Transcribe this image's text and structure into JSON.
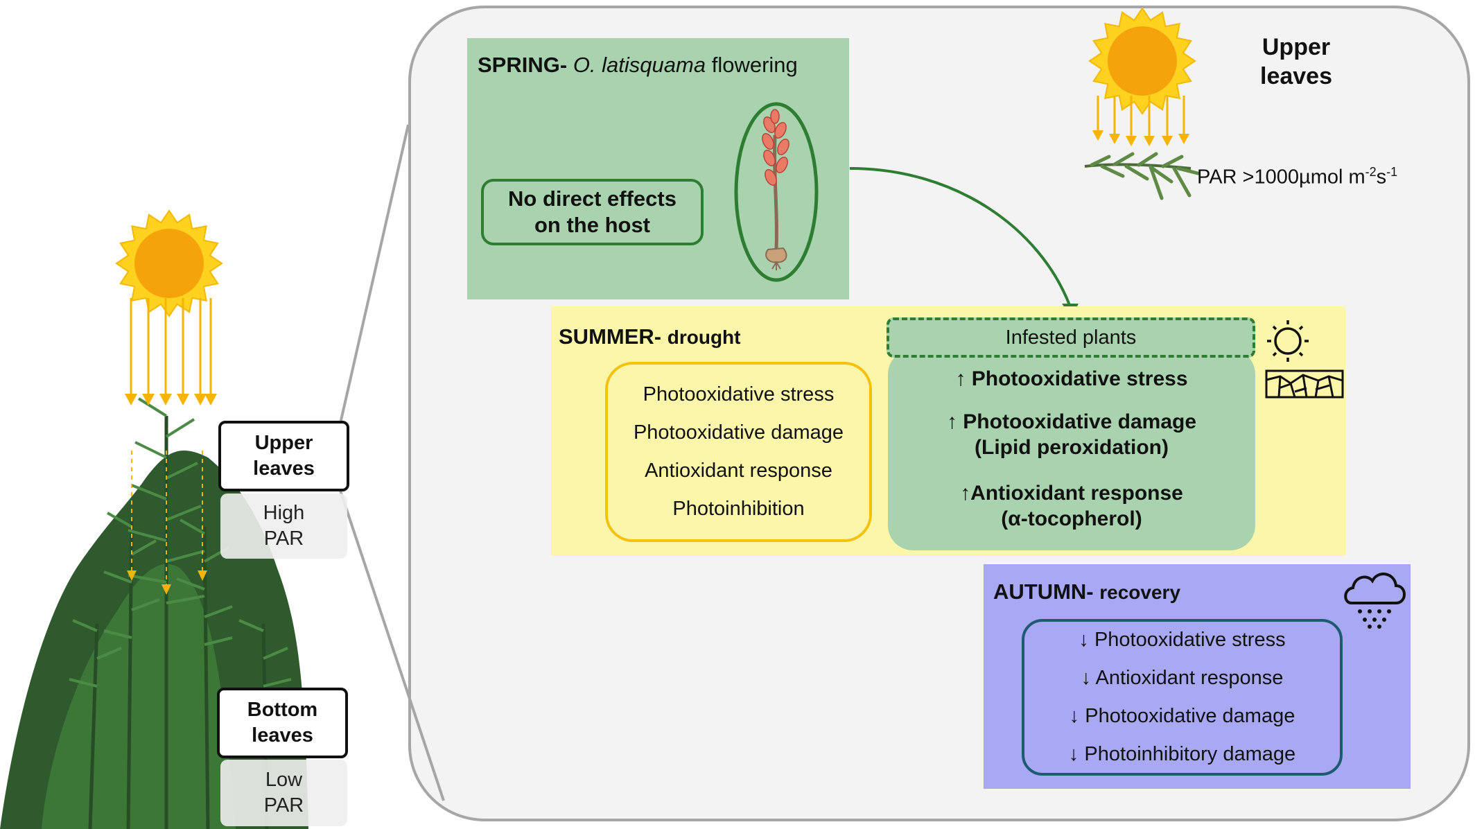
{
  "spring": {
    "season": "SPRING-",
    "species": "O. latisquama",
    "event": "flowering",
    "box_text": [
      "No direct effects",
      "on the host"
    ]
  },
  "summer": {
    "season": "SUMMER-",
    "event": "drought",
    "control_items": [
      "Photooxidative stress",
      "Photooxidative damage",
      "Antioxidant response",
      "Photoinhibition"
    ],
    "infested_label": "Infested plants",
    "infested_items": [
      [
        "↑ Photooxidative stress"
      ],
      [
        "↑ Photooxidative damage",
        "(Lipid peroxidation)"
      ],
      [
        "↑Antioxidant response",
        "(α-tocopherol)"
      ]
    ]
  },
  "autumn": {
    "season": "AUTUMN-",
    "event": "recovery",
    "items": [
      "↓ Photooxidative stress",
      "↓ Antioxidant response",
      "↓ Photooxidative damage",
      "↓ Photoinhibitory damage"
    ]
  },
  "upper_leaves_panel": {
    "title": [
      "Upper",
      "leaves"
    ],
    "par_main": "PAR >1000µmol m",
    "par_exp1": "-2",
    "par_mid": "s",
    "par_exp2": "-1"
  },
  "plant": {
    "upper": {
      "label": [
        "Upper",
        "leaves"
      ],
      "sub": [
        "High",
        "PAR"
      ]
    },
    "bottom": {
      "label": [
        "Bottom",
        "leaves"
      ],
      "sub": [
        "Low",
        "PAR"
      ]
    }
  },
  "icons": [
    "sun-icon",
    "drought-soil-icon",
    "rain-cloud-icon",
    "orobanche-flower-icon",
    "rosemary-sprig-icon",
    "rosemary-plant-icon"
  ],
  "colors": {
    "spring_bg": "#a9d3ae",
    "summer_bg": "#fbf6a9",
    "autumn_bg": "#a8a8f3",
    "sun_outer": "#ffd21f",
    "sun_inner": "#f5a30b",
    "accent_green": "#2e7d32",
    "yellow_border": "#f4c20d",
    "autumn_border": "#1f5a72"
  }
}
